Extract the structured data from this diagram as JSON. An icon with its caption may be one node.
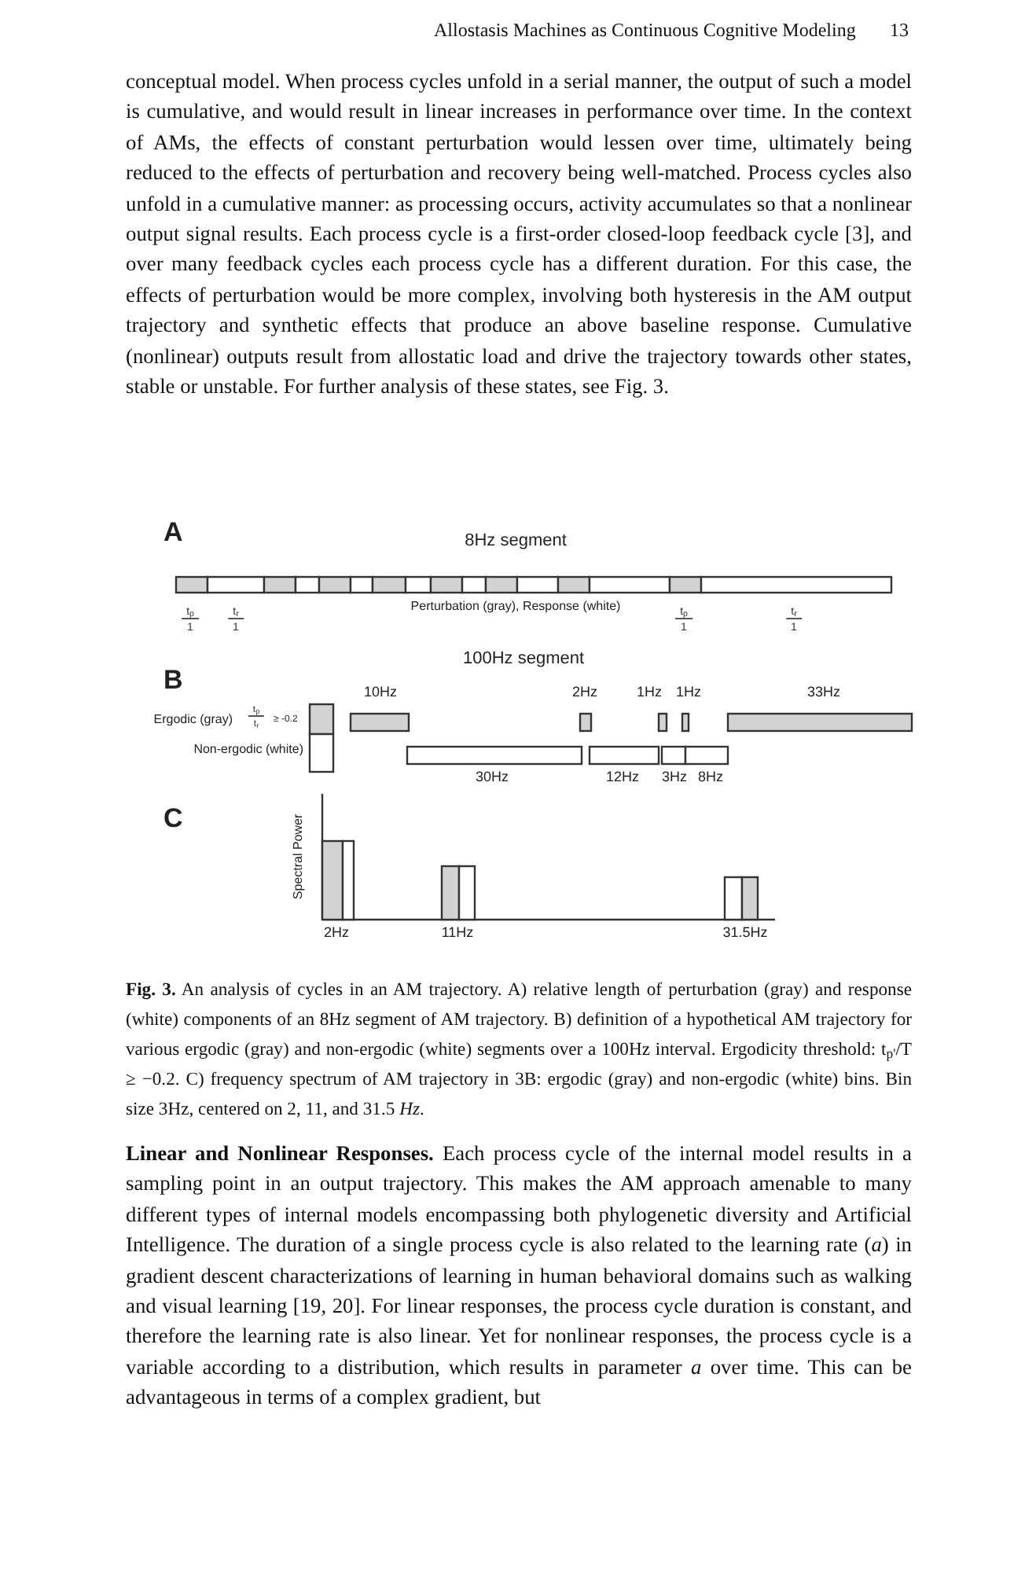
{
  "diagram": {
    "caption": "**Fig. 3.** An analysis of cycles in an AM trajectory. A) relative length of perturbation (gray) and response (white) components of an 8Hz segment of AM trajectory. B) definition of a hypothetical AM trajectory for various ergodic (gray) and non-ergodic (white) segments over a 100Hz interval. Ergodicity threshold: t$_{p'}$/T ≥ −0.2. C) frequency spectrum of AM trajectory in 3B: ergodic (gray) and non-ergodic (white) bins. Bin size 3Hz, centered on 2, 11, and 31.5 *Hz*.",
    "labels": [
      "Allostasis Machines as Continuous Cognitive Modeling",
      "13",
      "conceptual model. When process cycles unfold in a serial manner, the output of such a model is cumulative, and would result in linear increases in performance over time. In the context of AMs, the effects of constant perturbation would lessen over time, ultimately being reduced to the effects of perturbation and recovery being well-matched. Process cycles also unfold in a cumulative manner: as processing occurs, activity accumulates so that a nonlinear output signal results. Each process cycle is a first-order closed-loop feedback cycle [3], and over many feedback cycles each process cycle has a different duration. For this case, the effects of perturbation would be more complex, involving both hysteresis in the AM output trajectory and synthetic effects that produce an above baseline response. Cumulative (nonlinear) outputs result from allostatic load and drive the trajectory towards other states, stable or unstable. For further analysis of these states, see Fig. 3.",
      "A",
      "8Hz segment",
      "Perturbation (gray), Response (white)",
      "t$_{p}$",
      "1",
      "t$_{r}$",
      "1",
      "t$_{p}$",
      "1",
      "t$_{r}$",
      "1",
      "B",
      "100Hz segment",
      "Ergodic (gray)",
      "t$_{p}$",
      "t$_{r}$",
      "≥ -0.2",
      "Non-ergodic (white)",
      "10Hz",
      "2Hz",
      "1Hz",
      "1Hz",
      "33Hz",
      "30Hz",
      "12Hz",
      "3Hz",
      "8Hz",
      "C",
      "Spectral Power",
      "2Hz",
      "11Hz",
      "31.5Hz",
      "**Linear and Nonlinear Responses.** Each process cycle of the internal model results in a sampling point in an output trajectory. This makes the AM approach amenable to many different types of internal models encompassing both phylogenetic diversity and Artificial Intelligence. The duration of a single process cycle is also related to the learning rate (*a*) in gradient descent characterizations of learning in human behavioral domains such as walking and visual learning [19, 20]. For linear responses, the process cycle duration is constant, and therefore the learning rate is also linear. Yet for nonlinear responses, the process cycle is a variable according to a distribution, which results in parameter *a* over time. This can be advantageous in terms of a complex gradient, but"
    ]
  }
}
